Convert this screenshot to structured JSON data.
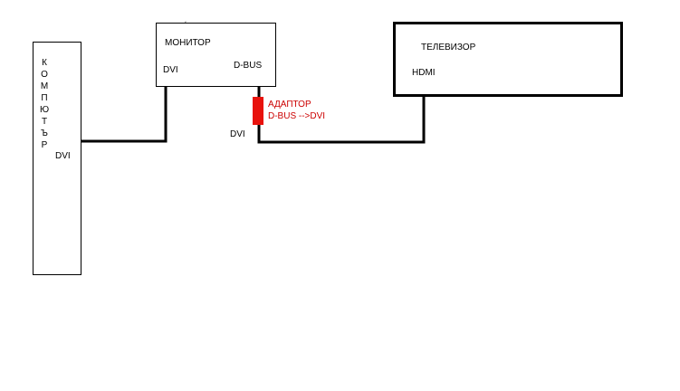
{
  "computer": {
    "name_letters": [
      "К",
      "О",
      "М",
      "П",
      "Ю",
      "Т",
      "Ъ",
      "Р"
    ],
    "port": "DVI"
  },
  "monitor": {
    "name": "МОНИТОР",
    "port_left": "DVI",
    "port_right": "D-BUS",
    "tick": "‘"
  },
  "adapter": {
    "line1": "АДАПТОР",
    "line2": "D-BUS -->DVI",
    "port": "DVI",
    "color": "#e8120c"
  },
  "tv": {
    "name": "ТЕЛЕВИЗОР",
    "port": "HDMI"
  },
  "colors": {
    "line": "#000000",
    "adapter_text": "#cc0000"
  }
}
